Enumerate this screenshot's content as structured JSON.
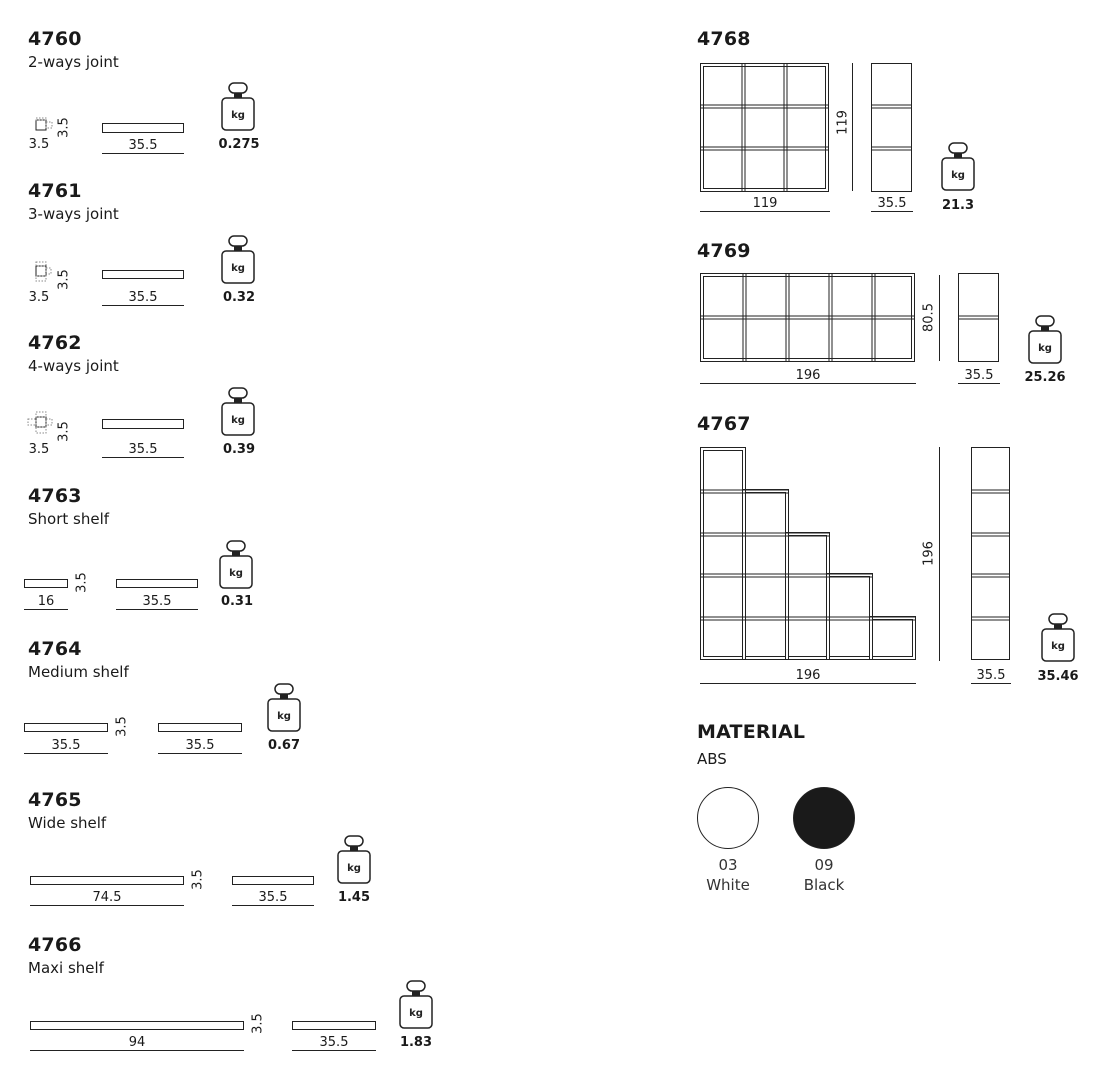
{
  "products": [
    {
      "code": "4760",
      "name": "2-ways joint",
      "dims": [
        "3.5",
        "3.5",
        "35.5"
      ],
      "weight": "0.275"
    },
    {
      "code": "4761",
      "name": "3-ways joint",
      "dims": [
        "3.5",
        "3.5",
        "35.5"
      ],
      "weight": "0.32"
    },
    {
      "code": "4762",
      "name": "4-ways joint",
      "dims": [
        "3.5",
        "3.5",
        "35.5"
      ],
      "weight": "0.39"
    },
    {
      "code": "4763",
      "name": "Short shelf",
      "dims": [
        "16",
        "3.5",
        "35.5"
      ],
      "weight": "0.31"
    },
    {
      "code": "4764",
      "name": "Medium shelf",
      "dims": [
        "35.5",
        "3.5",
        "35.5"
      ],
      "weight": "0.67"
    },
    {
      "code": "4765",
      "name": "Wide shelf",
      "dims": [
        "74.5",
        "3.5",
        "35.5"
      ],
      "weight": "1.45"
    },
    {
      "code": "4766",
      "name": "Maxi shelf",
      "dims": [
        "94",
        "3.5",
        "35.5"
      ],
      "weight": "1.83"
    }
  ],
  "compositions": [
    {
      "code": "4768",
      "width": "119",
      "height": "119",
      "depth": "35.5",
      "weight": "21.3"
    },
    {
      "code": "4769",
      "width": "196",
      "height": "80.5",
      "depth": "35.5",
      "weight": "25.26"
    },
    {
      "code": "4767",
      "width": "196",
      "height": "196",
      "depth": "35.5",
      "weight": "35.46"
    }
  ],
  "kg_label": "kg",
  "material": {
    "title": "MATERIAL",
    "value": "ABS",
    "swatches": [
      {
        "code": "03",
        "name": "White",
        "color": "#ffffff"
      },
      {
        "code": "09",
        "name": "Black",
        "color": "#1a1a1a"
      }
    ]
  }
}
